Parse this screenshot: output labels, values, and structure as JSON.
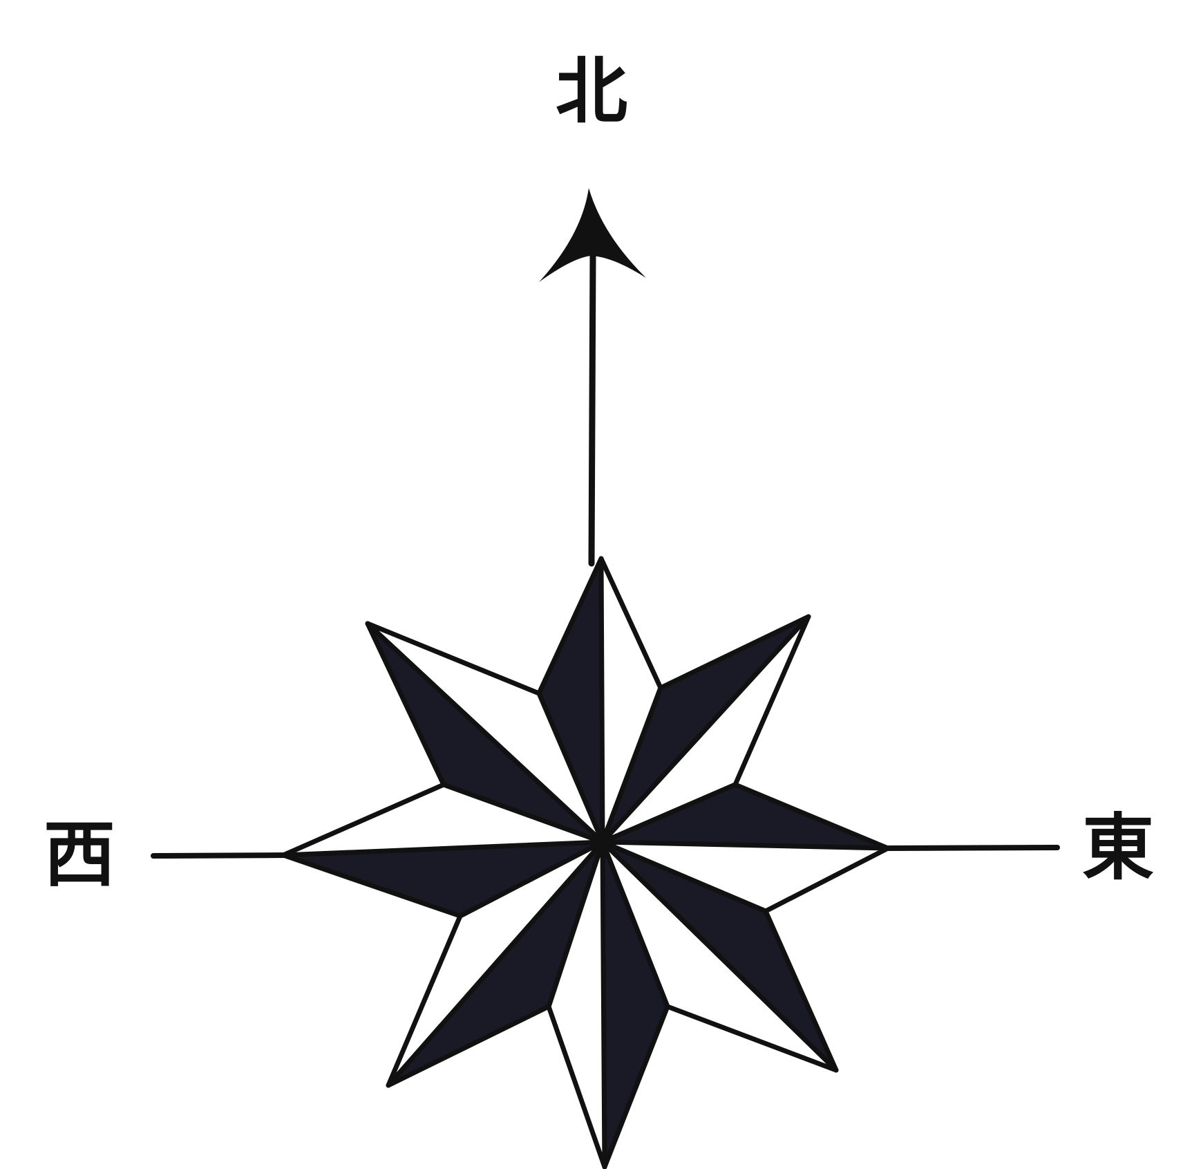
{
  "labels": {
    "north": "北",
    "west": "西",
    "east": "東"
  },
  "colors": {
    "ink": "#111111",
    "fill_dark": "#1a1a26",
    "background": "#ffffff"
  },
  "icon": "compass-rose-icon"
}
